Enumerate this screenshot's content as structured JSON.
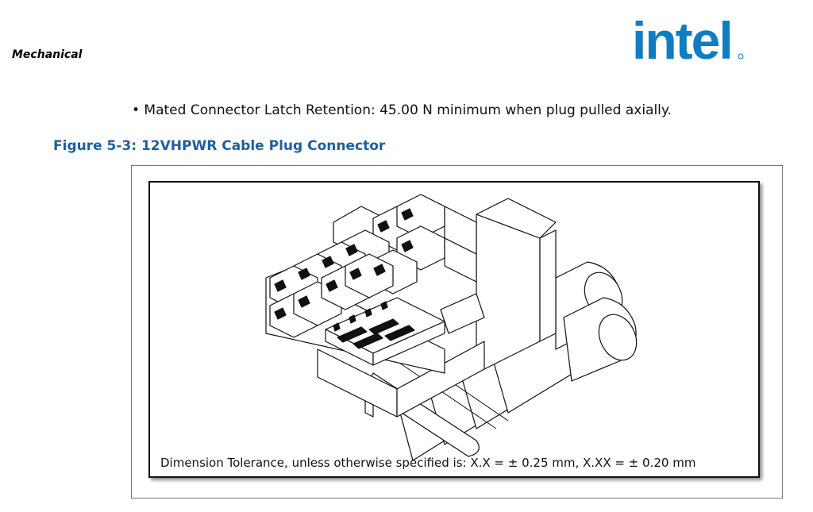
{
  "header": {
    "section": "Mechanical",
    "logo_text": "intel",
    "logo_color": "#0f7dc2"
  },
  "body": {
    "bullet": "• Mated Connector Latch Retention: 45.00 N minimum when plug pulled axially.",
    "figure_caption": "Figure 5-3: 12VHPWR Cable Plug Connector",
    "tolerance_note": "Dimension Tolerance, unless otherwise specified is:  X.X = ± 0.25 mm, X.XX = ± 0.20 mm"
  },
  "colors": {
    "caption": "#1f5f9f"
  }
}
